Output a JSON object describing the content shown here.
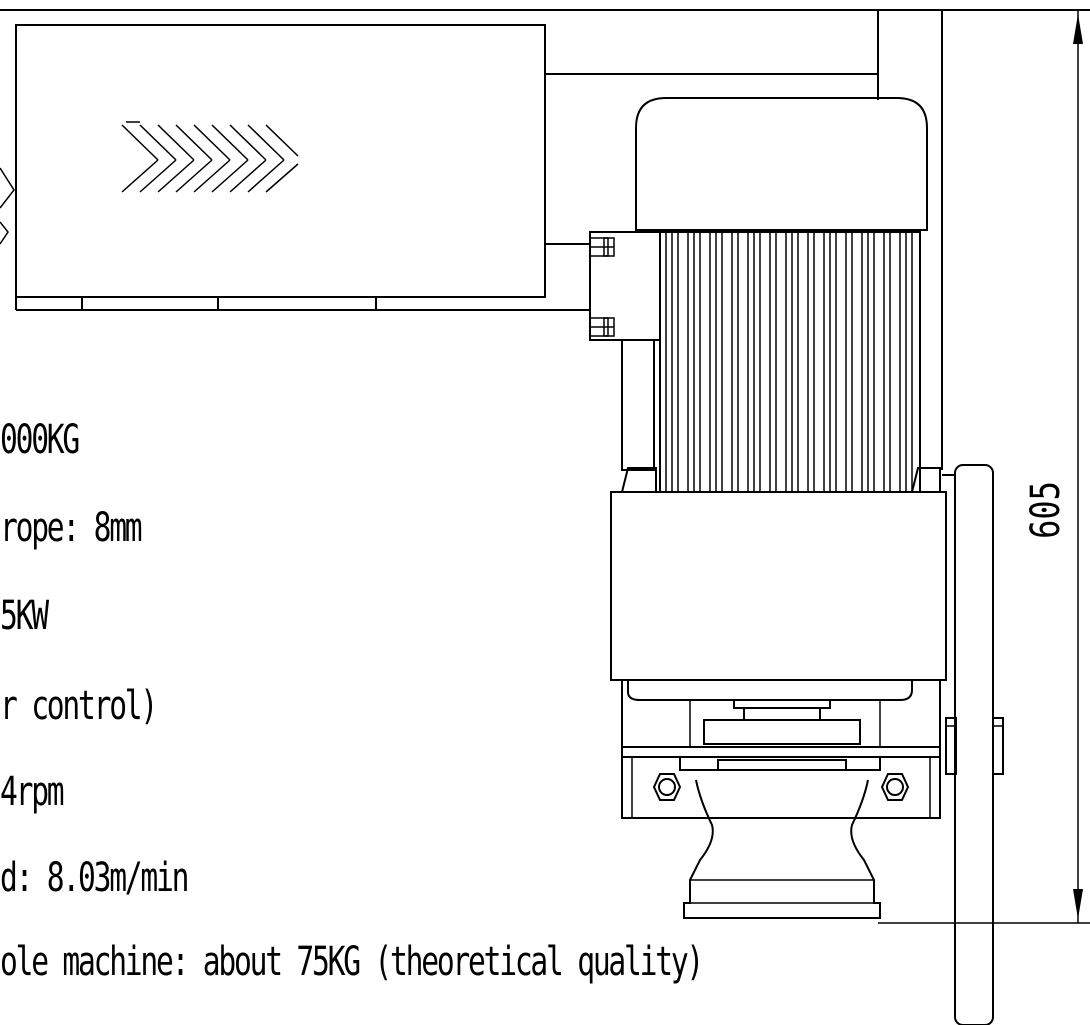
{
  "specs": [
    "000KG",
    "rope: 8mm",
    "5KW",
    "r control)",
    "4rpm",
    "d: 8.03m/min",
    "ole machine: about 75KG (theoretical quality)"
  ],
  "dimension": {
    "height_label": "605"
  },
  "colors": {
    "line": "#000000",
    "background": "#ffffff"
  }
}
